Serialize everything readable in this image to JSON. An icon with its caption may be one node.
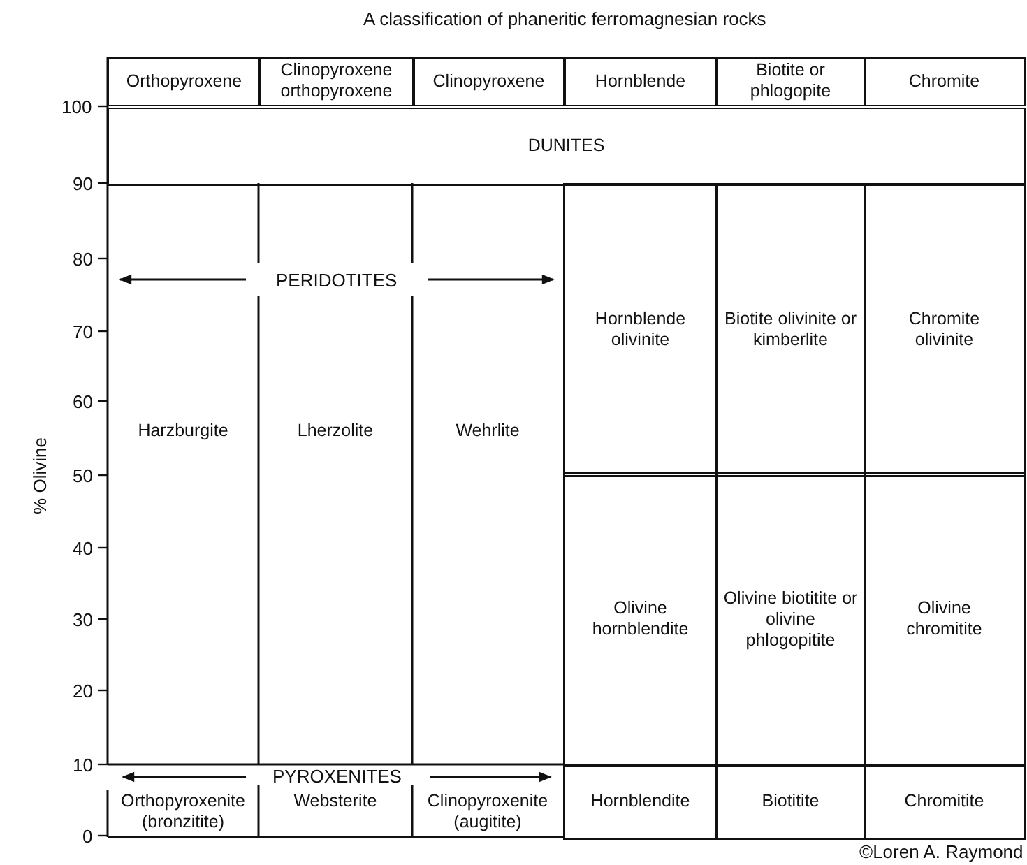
{
  "diagram": {
    "title": "A classification of phaneritic ferromagnesian rocks",
    "nodes": [
      {
        "text": [
          "Orthopyroxene"
        ]
      },
      {
        "text": [
          "Clinopyroxene orthopyroxene"
        ]
      },
      {
        "text": [
          "Clinopyroxene"
        ]
      },
      {
        "text": [
          "Hornblende"
        ]
      },
      {
        "text": [
          "Biotite or phlogopite"
        ]
      },
      {
        "text": [
          "Chromite"
        ]
      },
      {
        "text": [
          "DUNITES"
        ]
      },
      {
        "text": [
          "Harzburgite"
        ]
      },
      {
        "text": [
          "Lherzolite"
        ]
      },
      {
        "text": [
          "Wehrlite"
        ]
      },
      {
        "text": [
          "Hornblende olivinite"
        ]
      },
      {
        "text": [
          "Biotite olivinite or kimberlite"
        ]
      },
      {
        "text": [
          "Chromite olivinite"
        ]
      },
      {
        "text": [
          "Olivine hornblendite"
        ]
      },
      {
        "text": [
          "Olivine biotitite or olivine phlogopitite"
        ]
      },
      {
        "text": [
          "Olivine chromitite"
        ]
      },
      {
        "text": [
          "Orthopyroxenite (bronzitite)"
        ]
      },
      {
        "text": [
          "Websterite"
        ]
      },
      {
        "text": [
          "Clinopyroxenite (augitite)"
        ]
      },
      {
        "text": [
          "Hornblendite"
        ]
      },
      {
        "text": [
          "Biotitite"
        ]
      },
      {
        "text": [
          "Chromitite"
        ]
      }
    ],
    "labels": [
      "100",
      "90",
      "80",
      "PERIDOTITES",
      "70",
      "60",
      "% Olivine",
      "50",
      "40",
      "30",
      "20",
      "10",
      "PYROXENITES",
      "0",
      "©Loren A. Raymond"
    ]
  }
}
